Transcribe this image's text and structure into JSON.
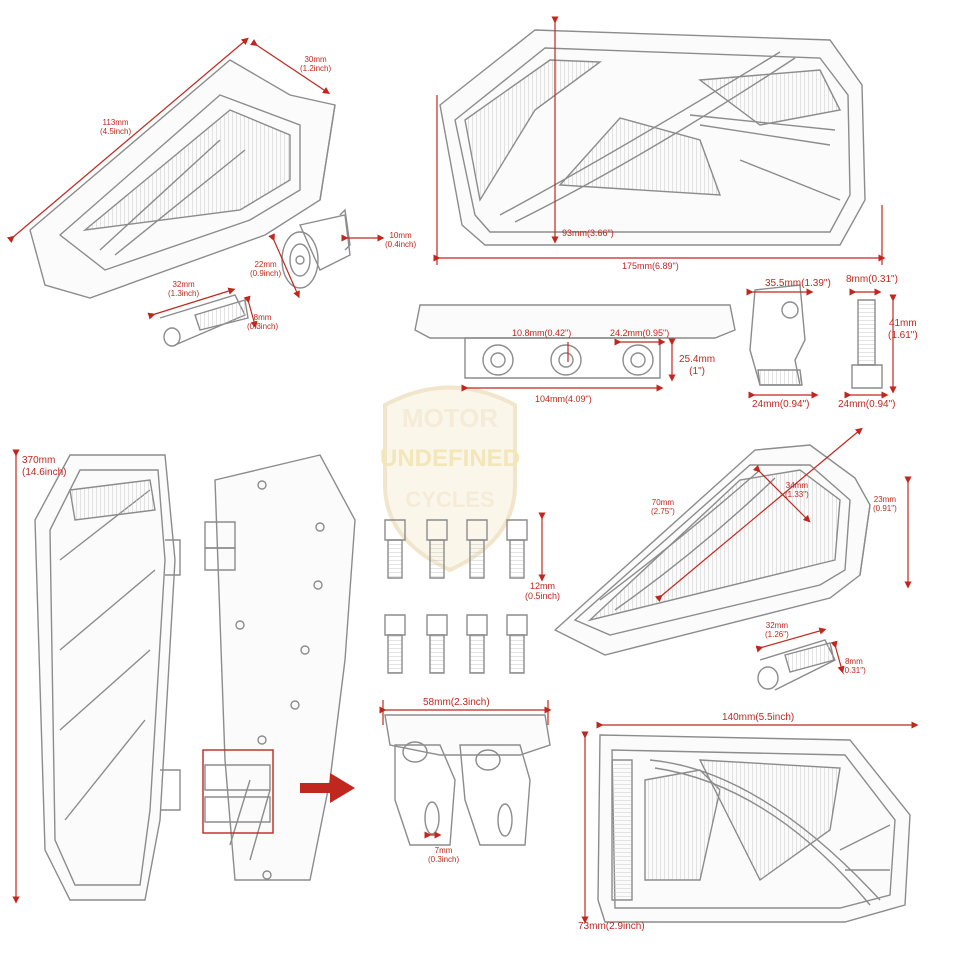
{
  "watermark": {
    "line1": "MOTOR",
    "line2": "UNDEFINED",
    "line3": "CYCLES"
  },
  "colors": {
    "dimension": "#c0281f",
    "outline": "#8c8c8c",
    "watermark": "#f2e9d4",
    "arrow": "#c0281f"
  },
  "dimensions": {
    "d113a": "113mm",
    "d113b": "(4.5inch)",
    "d30a": "30mm",
    "d30b": "(1.2inch)",
    "d10a": "10mm",
    "d10b": "(0.4inch)",
    "d22a": "22mm",
    "d22b": "(0.9inch)",
    "d32a": "32mm",
    "d32b": "(1.3inch)",
    "d8a": "8mm",
    "d8b": "(0.3inch)",
    "d93": "93mm(3.66\")",
    "d175": "175mm(6.89\")",
    "d355": "35.5mm(1.39\")",
    "d8in": "8mm(0.31\")",
    "d41a": "41mm",
    "d41b": "(1.61\")",
    "d108": "10.8mm(0.42\")",
    "d242": "24.2mm(0.95\")",
    "d254a": "25.4mm",
    "d254b": "(1\")",
    "d104": "104mm(4.09\")",
    "d24a": "24mm(0.94\")",
    "d24b": "24mm(0.94\")",
    "d370a": "370mm",
    "d370b": "(14.6inch)",
    "d12a": "12mm",
    "d12b": "(0.5inch)",
    "d70a": "70mm",
    "d70b": "(2.75\")",
    "d34a": "34mm",
    "d34b": "(1.33\")",
    "d23a": "23mm",
    "d23b": "(0.91\")",
    "d32ba": "32mm",
    "d32bb": "(1.26\")",
    "d8ba": "8mm",
    "d8bb": "(0.31\")",
    "d58": "58mm(2.3inch)",
    "d140": "140mm(5.5inch)",
    "d7a": "7mm",
    "d7b": "(0.3inch)",
    "d73": "73mm(2.9inch)"
  }
}
